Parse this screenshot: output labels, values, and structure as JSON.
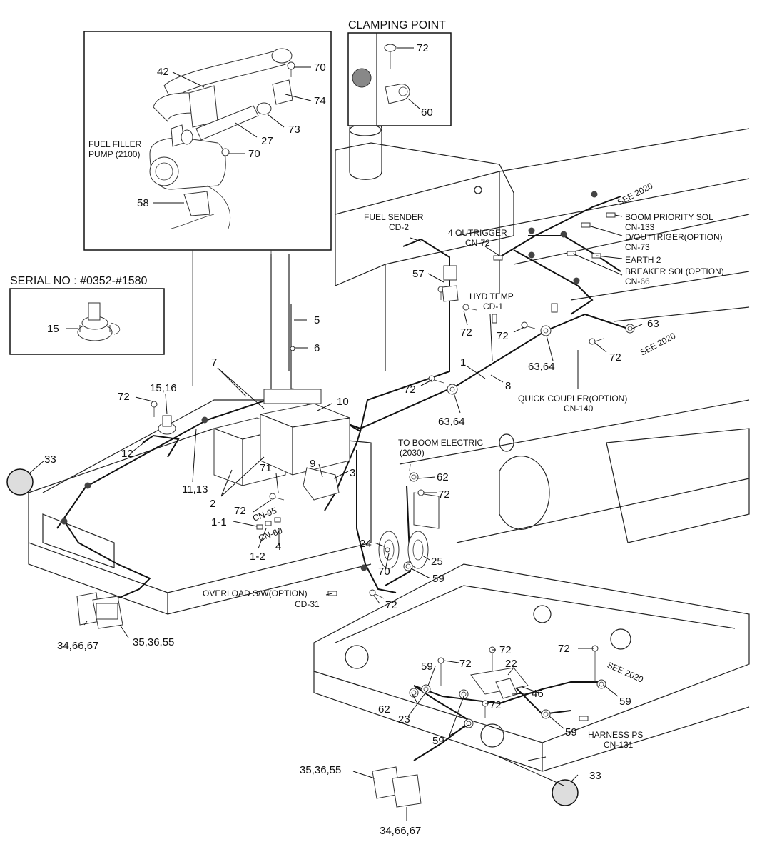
{
  "panels": {
    "fuel_filler": {
      "caption": "FUEL FILLER\nPUMP (2100)"
    },
    "clamping": {
      "title": "CLAMPING POINT"
    },
    "serial": {
      "title": "SERIAL NO : #0352-#1580"
    }
  },
  "labels": {
    "p42": "42",
    "p70a": "70",
    "p74": "74",
    "p27": "27",
    "p73": "73",
    "p70b": "70",
    "p58": "58",
    "fuel_filler_l1": "FUEL FILLER",
    "fuel_filler_l2": "PUMP (2100)",
    "c72": "72",
    "c60": "60",
    "s15": "15",
    "fuel_sender_l1": "FUEL SENDER",
    "fuel_sender_l2": "CD-2",
    "outrigger_l1": "4 OUTRIGGER",
    "outrigger_l2": "CN-72",
    "boom_priority_l1": "BOOM PRIORITY SOL",
    "boom_priority_l2": "CN-133",
    "d_outrigger_l1": "D/OUTTRIGER(OPTION)",
    "d_outrigger_l2": "CN-73",
    "earth2": "EARTH 2",
    "breaker_l1": "BREAKER SOL(OPTION)",
    "breaker_l2": "CN-66",
    "see2020_a": "SEE 2020",
    "see2020_b": "SEE 2020",
    "see2020_c": "SEE 2020",
    "hyd_temp_l1": "HYD TEMP",
    "hyd_temp_l2": "CD-1",
    "n57": "57",
    "n72a": "72",
    "n72b": "72",
    "n63": "63",
    "n72c": "72",
    "n63_64a": "63,64",
    "n1": "1",
    "n8": "8",
    "n63_64b": "63,64",
    "n72d": "72",
    "quick_coupler_l1": "QUICK COUPLER(OPTION)",
    "quick_coupler_l2": "CN-140",
    "n5": "5",
    "n6": "6",
    "n7": "7",
    "n10": "10",
    "n72e": "72",
    "n15_16": "15,16",
    "n12": "12",
    "n33a": "33",
    "n11_13": "11,13",
    "n2": "2",
    "n71": "71",
    "n9": "9",
    "n3": "3",
    "n72f": "72",
    "cn95": "CN-95",
    "cn60": "CN-60",
    "n1_1": "1-1",
    "n1_2": "1-2",
    "n4": "4",
    "boom_electric_l1": "TO BOOM ELECTRIC",
    "boom_electric_l2": "(2030)",
    "n62a": "62",
    "n72g": "72",
    "n24": "24",
    "n25": "25",
    "n70c": "70",
    "n59a": "59",
    "overload_l1": "OVERLOAD S/W(OPTION)",
    "overload_l2": "CD-31",
    "n72h": "72",
    "n34_66_67a": "34,66,67",
    "n35_36_55a": "35,36,55",
    "n72i": "72",
    "n72j": "72",
    "n22": "22",
    "n72k": "72",
    "n59b": "59",
    "n46": "46",
    "n62b": "62",
    "n23": "23",
    "n72l": "72",
    "n59c": "59",
    "n59d": "59",
    "n59e": "59",
    "harness_l1": "HARNESS PS",
    "harness_l2": "CN-131",
    "n35_36_55b": "35,36,55",
    "n34_66_67b": "34,66,67",
    "n33b": "33"
  }
}
